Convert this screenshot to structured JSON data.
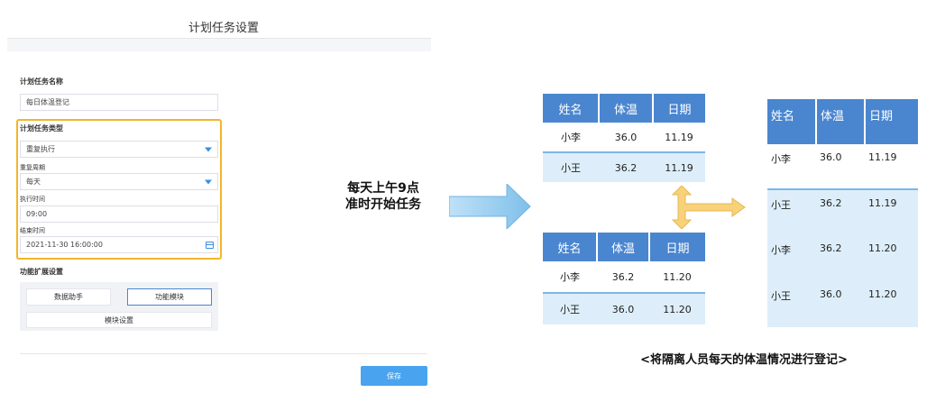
{
  "form": {
    "title": "计划任务设置",
    "task_name_label": "计划任务名称",
    "task_name_value": "每日体温登记",
    "task_type_label": "计划任务类型",
    "task_type_value": "重复执行",
    "repeat_cycle_label": "重复周期",
    "repeat_cycle_value": "每天",
    "exec_time_label": "执行时间",
    "exec_time_value": "09:00",
    "end_time_label": "结束时间",
    "end_time_value": "2021-11-30 16:00:00",
    "ext_label": "功能扩展设置",
    "tab_data_helper": "数据助手",
    "tab_function_module": "功能模块",
    "module_settings": "模块设置",
    "save": "保存",
    "highlight_color": "#f2b62a",
    "accent_color": "#4aa3ee"
  },
  "middle_caption": {
    "line1": "每天上午9点",
    "line2": "准时开始任务"
  },
  "table_top": {
    "headers": [
      "姓名",
      "体温",
      "日期"
    ],
    "rows": [
      [
        "小李",
        "36.0",
        "11.19"
      ],
      [
        "小王",
        "36.2",
        "11.19"
      ]
    ]
  },
  "table_bottom": {
    "headers": [
      "姓名",
      "体温",
      "日期"
    ],
    "rows": [
      [
        "小李",
        "36.2",
        "11.20"
      ],
      [
        "小王",
        "36.0",
        "11.20"
      ]
    ]
  },
  "table_right": {
    "headers": [
      "姓名",
      "体温",
      "日期"
    ],
    "rows": [
      [
        "小李",
        "36.0",
        "11.19"
      ],
      [
        "小王",
        "36.2",
        "11.19"
      ],
      [
        "小李",
        "36.2",
        "11.20"
      ],
      [
        "小王",
        "36.0",
        "11.20"
      ]
    ]
  },
  "bottom_caption": "<将隔离人员每天的体温情况进行登记>",
  "colors": {
    "table_header": "#4a86cf",
    "row_alt": "#ddeefa",
    "arrow_blue": "#7fc0ea",
    "arrow_yellow": "#f7d27a"
  }
}
